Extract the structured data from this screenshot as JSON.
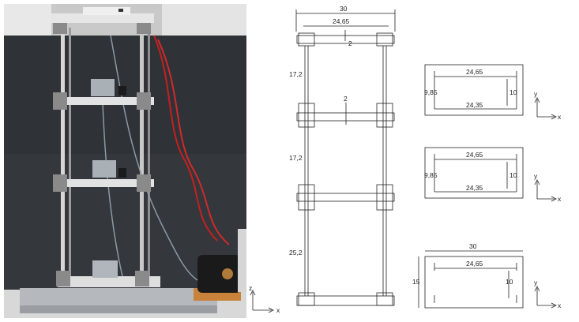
{
  "photo": {
    "axes": {
      "vertical": "z",
      "horizontal": "x"
    }
  },
  "elevation": {
    "width_label": "30",
    "inner_width_label": "24,65",
    "top_gap_label": "2",
    "mid_gap_label": "2",
    "storey_heights": [
      "17,2",
      "17,2",
      "25,2"
    ]
  },
  "plans": [
    {
      "inner_label": "24,65",
      "side_label": "9,85",
      "height_label": "10",
      "bottom_label": "24,35",
      "axis_y": "y",
      "axis_x": "x"
    },
    {
      "inner_label": "24,65",
      "side_label": "9,85",
      "height_label": "10",
      "bottom_label": "24,35",
      "axis_y": "y",
      "axis_x": "x"
    },
    {
      "outer_label": "30",
      "inner_label": "24,65",
      "side_label": "15",
      "height_label": "10",
      "axis_y": "y",
      "axis_x": "x"
    }
  ]
}
